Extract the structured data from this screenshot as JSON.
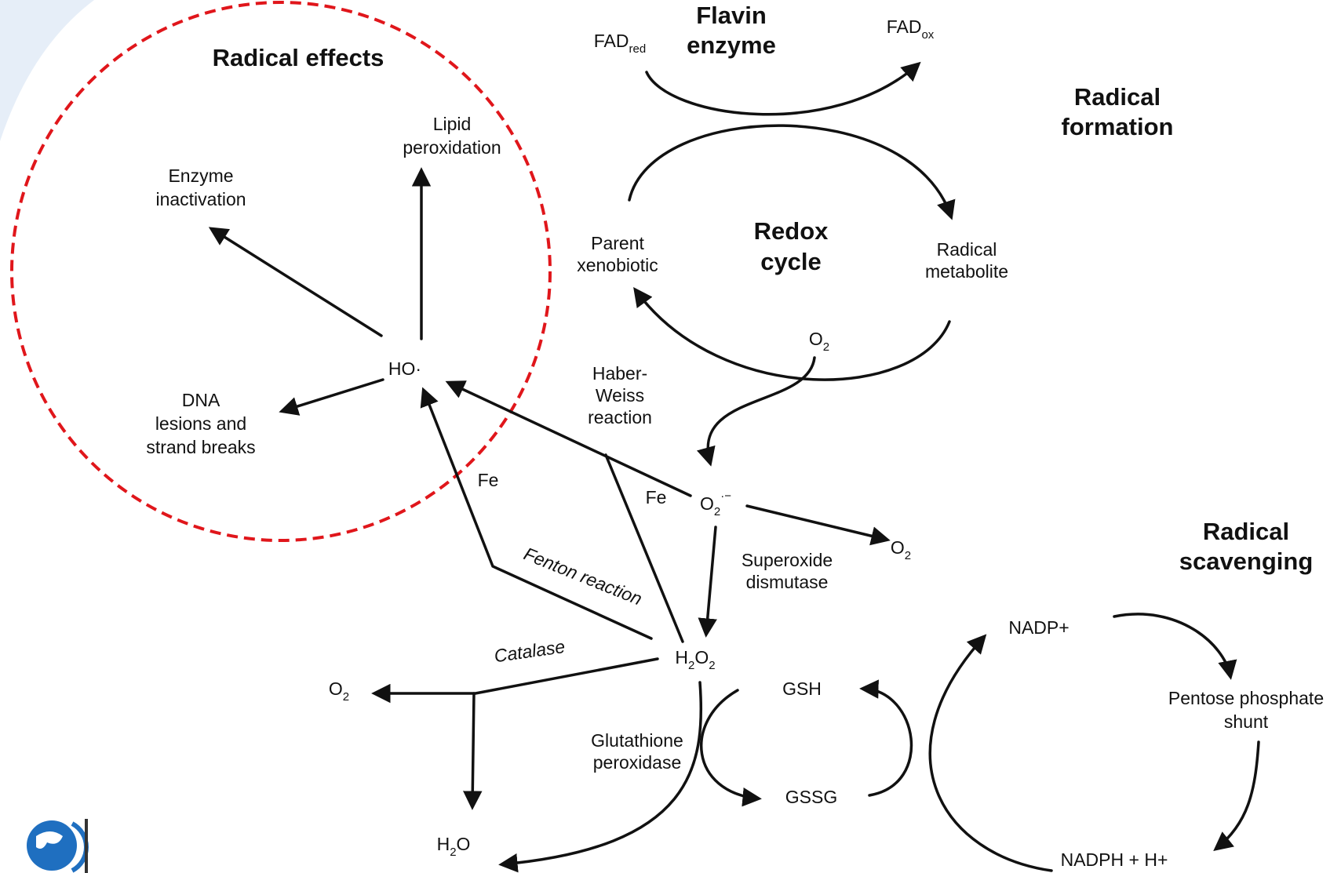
{
  "headings": {
    "flavin_enzyme": [
      "Flavin",
      "enzyme"
    ],
    "radical_effects": "Radical effects",
    "radical_formation": [
      "Radical",
      "formation"
    ],
    "redox_cycle": [
      "Redox",
      "cycle"
    ],
    "radical_scavenging": [
      "Radical",
      "scavenging"
    ]
  },
  "nodes": {
    "fad_red": {
      "main": "FAD",
      "sub": "red"
    },
    "fad_ox": {
      "main": "FAD",
      "sub": "ox"
    },
    "parent_xenobiotic": [
      "Parent",
      "xenobiotic"
    ],
    "radical_metabolite": [
      "Radical",
      "metabolite"
    ],
    "o2_top": {
      "main": "O",
      "sub": "2"
    },
    "hydroxyl": "HO·",
    "superoxide": {
      "main": "O",
      "sub": "2",
      "sup": "·−"
    },
    "o2_right": {
      "main": "O",
      "sub": "2"
    },
    "h2o2": {
      "a": "H",
      "b": "2",
      "c": "O",
      "d": "2"
    },
    "o2_left": {
      "main": "O",
      "sub": "2"
    },
    "h2o": {
      "a": "H",
      "b": "2",
      "c": "O"
    },
    "gsh": "GSH",
    "gssg": "GSSG",
    "nadp": "NADP+",
    "nadph": "NADPH + H+",
    "pentose": [
      "Pentose phosphate",
      "shunt"
    ]
  },
  "effects": {
    "lipid": [
      "Lipid",
      "peroxidation"
    ],
    "enzyme": [
      "Enzyme",
      "inactivation"
    ],
    "dna": [
      "DNA",
      "lesions and",
      "strand breaks"
    ]
  },
  "reactions": {
    "haber_weiss": [
      "Haber-",
      "Weiss",
      "reaction"
    ],
    "fe_left": "Fe",
    "fe_right": "Fe",
    "fenton": "Fenton reaction",
    "sod": [
      "Superoxide",
      "dismutase"
    ],
    "catalase": "Catalase",
    "gpx": [
      "Glutathione",
      "peroxidase"
    ]
  },
  "colors": {
    "ink": "#111111",
    "highlight_circle": "#e0161b",
    "logo": "#1f6fc0"
  },
  "icons": {
    "logo": "globe-icon"
  }
}
